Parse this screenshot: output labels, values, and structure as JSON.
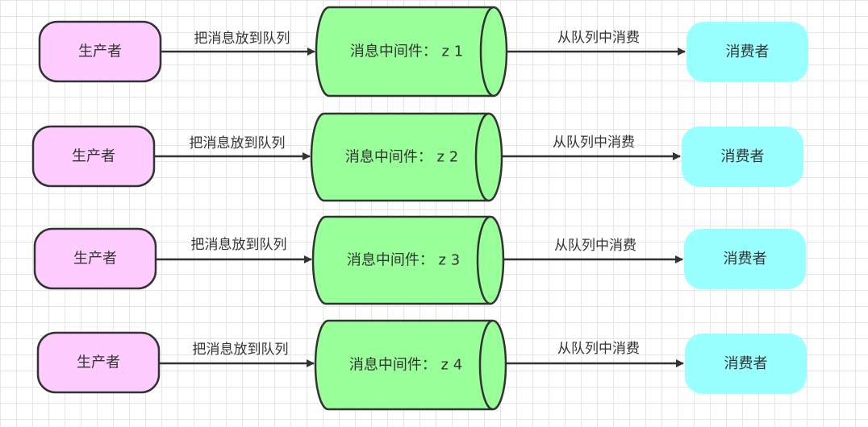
{
  "colors": {
    "producer_fill": "#ffccff",
    "middleware_fill": "#99ff99",
    "consumer_fill": "#99ffff",
    "stroke": "#333333"
  },
  "rows": [
    {
      "producer": "生产者",
      "edge_in": "把消息放到队列",
      "middleware": "消息中间件：  z 1",
      "edge_out": "从队列中消费",
      "consumer": "消费者"
    },
    {
      "producer": "生产者",
      "edge_in": "把消息放到队列",
      "middleware": "消息中间件：  z 2",
      "edge_out": "从队列中消费",
      "consumer": "消费者"
    },
    {
      "producer": "生产者",
      "edge_in": "把消息放到队列",
      "middleware": "消息中间件：  z 3",
      "edge_out": "从队列中消费",
      "consumer": "消费者"
    },
    {
      "producer": "生产者",
      "edge_in": "把消息放到队列",
      "middleware": "消息中间件：  z 4",
      "edge_out": "从队列中消费",
      "consumer": "消费者"
    }
  ]
}
